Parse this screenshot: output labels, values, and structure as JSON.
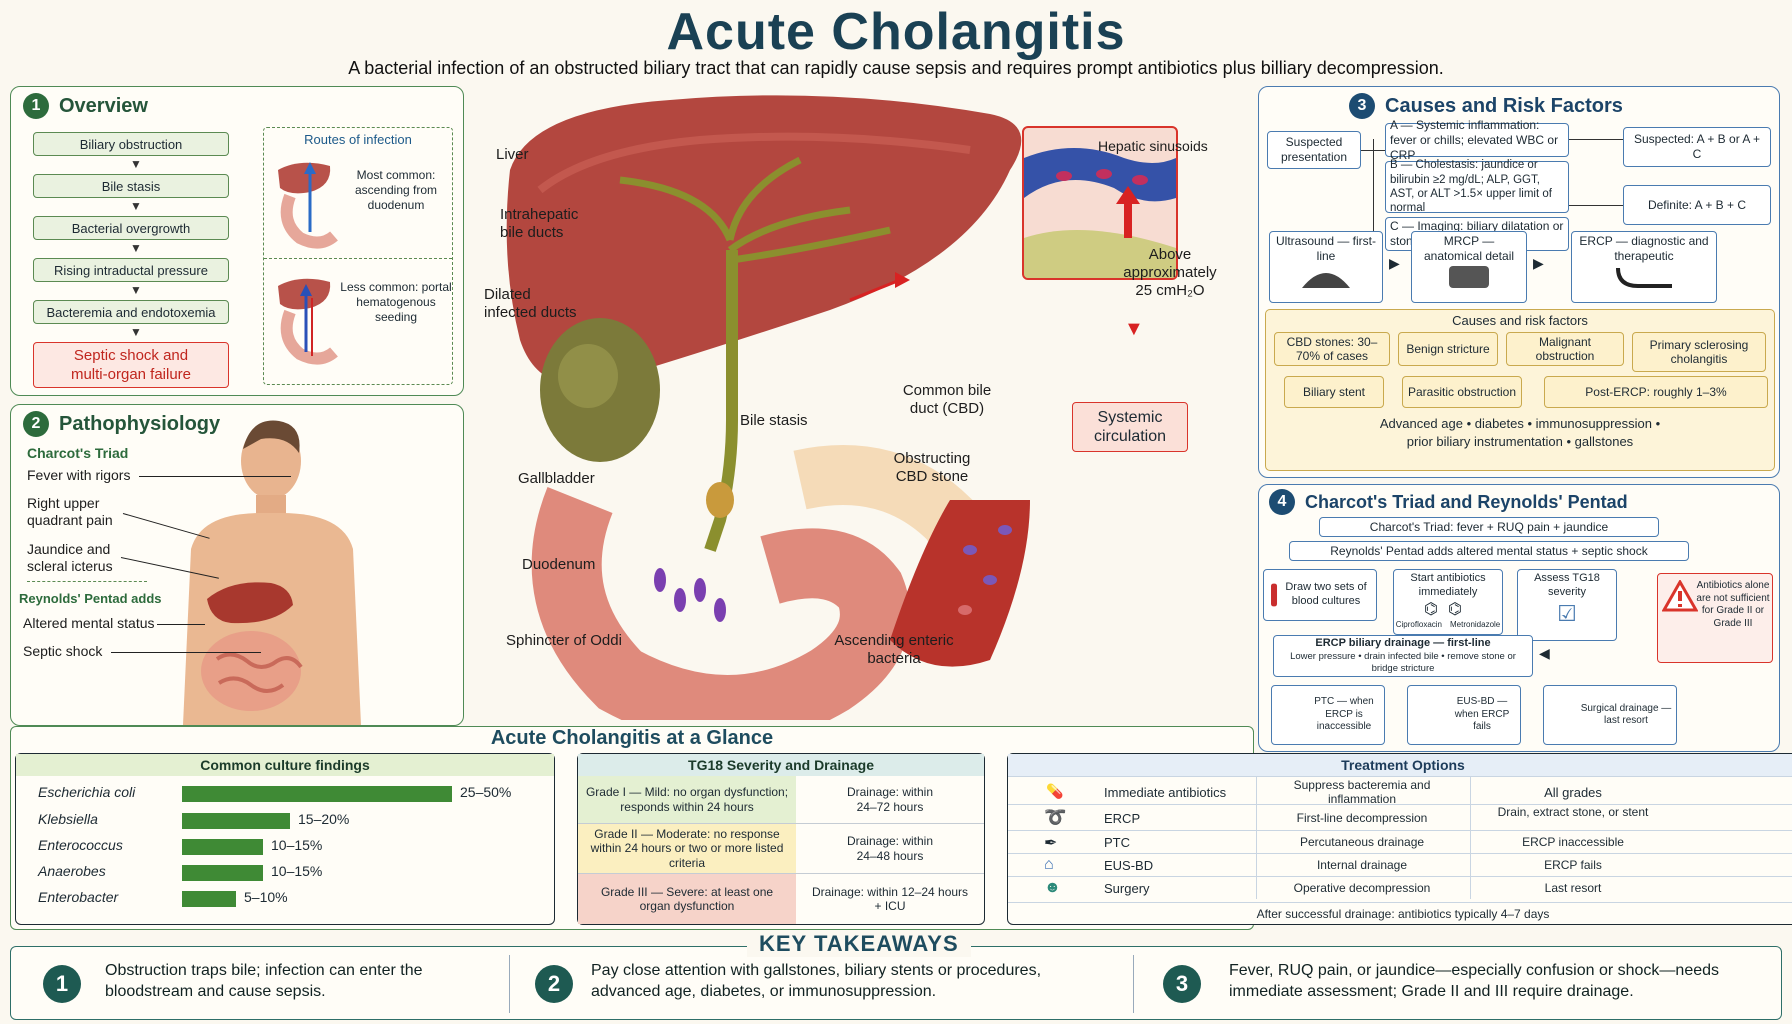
{
  "title": "Acute Cholangitis",
  "subtitle": "A bacterial infection of an obstructed biliary tract that can rapidly cause sepsis and requires prompt antibiotics plus billiary decompression.",
  "overview": {
    "number": "1",
    "heading": "Overview",
    "flow": [
      "Biliary obstruction",
      "Bile stasis",
      "Bacterial overgrowth",
      "Rising intraductal pressure",
      "Bacteremia and endotoxemia"
    ],
    "outcome": "Septic shock and multi-organ failure",
    "routes_title": "Routes of infection",
    "route_common": "Most common: ascending from duodenum",
    "route_less": "Less common: portal hematogenous seeding"
  },
  "patho": {
    "number": "2",
    "heading": "Pathophysiology",
    "triad_title": "Charcot's Triad",
    "triad": [
      "Fever with rigors",
      "Right upper quadrant pain",
      "Jaundice and scleral icterus"
    ],
    "pentad_title": "Reynolds' Pentad adds",
    "pentad": [
      "Altered mental status",
      "Septic shock"
    ]
  },
  "anatomy": {
    "liver": "Liver",
    "intrahepatic": "Intrahepatic bile ducts",
    "dilated": "Dilated infected ducts",
    "gallbladder": "Gallbladder",
    "bile_stasis": "Bile stasis",
    "cbd": "Common bile duct (CBD)",
    "stone": "Obstructing CBD stone",
    "duodenum": "Duodenum",
    "sphincter": "Sphincter of Oddi",
    "bacteria": "Ascending enteric bacteria",
    "sinusoids": "Hepatic sinusoids",
    "pressure": "Above approximately 25 cmH₂O",
    "systemic": "Systemic circulation"
  },
  "causes": {
    "number": "3",
    "heading": "Causes and Risk Factors",
    "suspected_presentation": "Suspected presentation",
    "criteria": [
      "A — Systemic inflammation: fever or chills; elevated WBC or CRP",
      "B — Cholestasis: jaundice or bilirubin ≥2 mg/dL; ALP, GGT, AST, or ALT >1.5× upper limit of normal",
      "C — Imaging: biliary dilatation or stone, stricture, or stent"
    ],
    "suspected": "Suspected: A + B or A + C",
    "definite": "Definite: A + B + C",
    "imaging": [
      "Ultrasound — first-line",
      "MRCP — anatomical detail",
      "ERCP — diagnostic and therapeutic"
    ],
    "risk_title": "Causes and risk factors",
    "risk_row1": [
      "CBD stones: 30–70% of cases",
      "Benign stricture",
      "Malignant obstruction",
      "Primary sclerosing cholangitis"
    ],
    "risk_row2": [
      "Biliary stent",
      "Parasitic obstruction",
      "Post-ERCP: roughly 1–3%"
    ],
    "risk_line1": "Advanced age  •  diabetes  •  immunosuppression  •",
    "risk_line2": "prior biliary instrumentation  •  gallstones"
  },
  "charcot": {
    "number": "4",
    "heading": "Charcot's Triad and Reynolds' Pentad",
    "line1": "Charcot's Triad: fever + RUQ pain + jaundice",
    "line2": "Reynolds' Pentad adds altered mental status + septic shock",
    "blood": "Draw two sets of blood cultures",
    "antibiotics": "Start antibiotics immediately",
    "drug1": "Ciprofloxacin",
    "drug2": "Metronidazole",
    "assess": "Assess TG18 severity",
    "warning": "Antibiotics alone are not sufficient for Grade II or Grade III",
    "ercp_title": "ERCP biliary drainage — first-line",
    "ercp_sub": "Lower pressure • drain infected bile • remove stone or bridge stricture",
    "ptc": "PTC — when ERCP is inaccessible",
    "eus": "EUS-BD — when ERCP fails",
    "surgical": "Surgical drainage — last resort"
  },
  "glance": {
    "heading": "Acute Cholangitis at a Glance",
    "culture_title": "Common culture findings",
    "cultures": [
      {
        "name": "Escherichia coli",
        "label": "25–50%",
        "value": 50
      },
      {
        "name": "Klebsiella",
        "label": "15–20%",
        "value": 20
      },
      {
        "name": "Enterococcus",
        "label": "10–15%",
        "value": 15
      },
      {
        "name": "Anaerobes",
        "label": "10–15%",
        "value": 15
      },
      {
        "name": "Enterobacter",
        "label": "5–10%",
        "value": 10
      }
    ],
    "severity_title": "TG18 Severity and Drainage",
    "severity": [
      {
        "grade": "Grade I — Mild: no organ dysfunction; responds within 24 hours",
        "drain": "Drainage: within 24–72 hours",
        "color": "#e4f0d2"
      },
      {
        "grade": "Grade II — Moderate: no response within 24 hours or two or more listed criteria",
        "drain": "Drainage: within 24–48 hours",
        "color": "#fbefc0"
      },
      {
        "grade": "Grade III — Severe: at least one organ dysfunction",
        "drain": "Drainage: within 12–24 hours + ICU",
        "color": "#f6d3c9"
      }
    ],
    "treatment_title": "Treatment Options",
    "treatments": [
      {
        "name": "Immediate antibiotics",
        "purpose": "Suppress bacteremia and inflammation",
        "when": "All grades"
      },
      {
        "name": "ERCP",
        "purpose": "First-line decompression",
        "when": "Drain, extract stone, or stent"
      },
      {
        "name": "PTC",
        "purpose": "Percutaneous drainage",
        "when": "ERCP inaccessible"
      },
      {
        "name": "EUS-BD",
        "purpose": "Internal drainage",
        "when": "ERCP fails"
      },
      {
        "name": "Surgery",
        "purpose": "Operative decompression",
        "when": "Last resort"
      }
    ],
    "treatment_note": "After successful drainage: antibiotics typically 4–7 days"
  },
  "takeaways": {
    "heading": "KEY TAKEAWAYS",
    "items": [
      {
        "num": "1",
        "text": "Obstruction traps bile; infection can enter the bloodstream and cause sepsis."
      },
      {
        "num": "2",
        "text": "Pay close attention with gallstones, biliary stents or procedures, advanced age, diabetes, or immunosuppression."
      },
      {
        "num": "3",
        "text": "Fever, RUQ pain, or jaundice—especially confusion or shock—needs immediate assessment; Grade II and III require drainage."
      }
    ]
  },
  "colors": {
    "green": "#2d6b3c",
    "blue": "#1d4c72",
    "red_alert": "#d9342b",
    "bar": "#3f8a35"
  }
}
